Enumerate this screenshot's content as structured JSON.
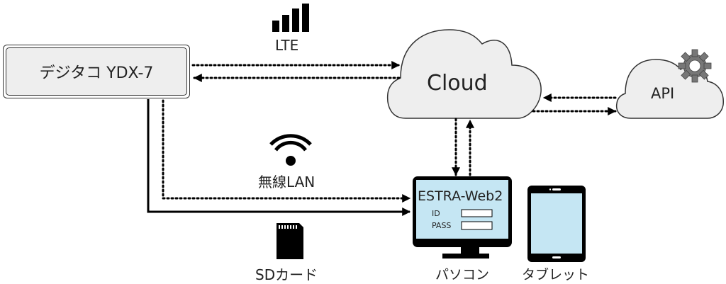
{
  "device": {
    "label": "デジタコ YDX-7"
  },
  "lte": {
    "label": "LTE",
    "icon": "signal-bars-icon"
  },
  "cloud": {
    "label": "Cloud"
  },
  "api": {
    "label": "API",
    "icon": "gear-icon"
  },
  "wifi": {
    "label": "無線LAN",
    "icon": "wifi-icon"
  },
  "sdcard": {
    "label": "SDカード",
    "icon": "sd-card-icon"
  },
  "pc": {
    "label": "パソコン",
    "screen_title": "ESTRA-Web2",
    "id_label": "ID",
    "pass_label": "PASS"
  },
  "tablet": {
    "label": "タブレット"
  },
  "colors": {
    "cloud_fill": "#eeeeee",
    "screen_fill": "#c5e6f3",
    "gear": "#777777",
    "stroke": "#000000"
  }
}
